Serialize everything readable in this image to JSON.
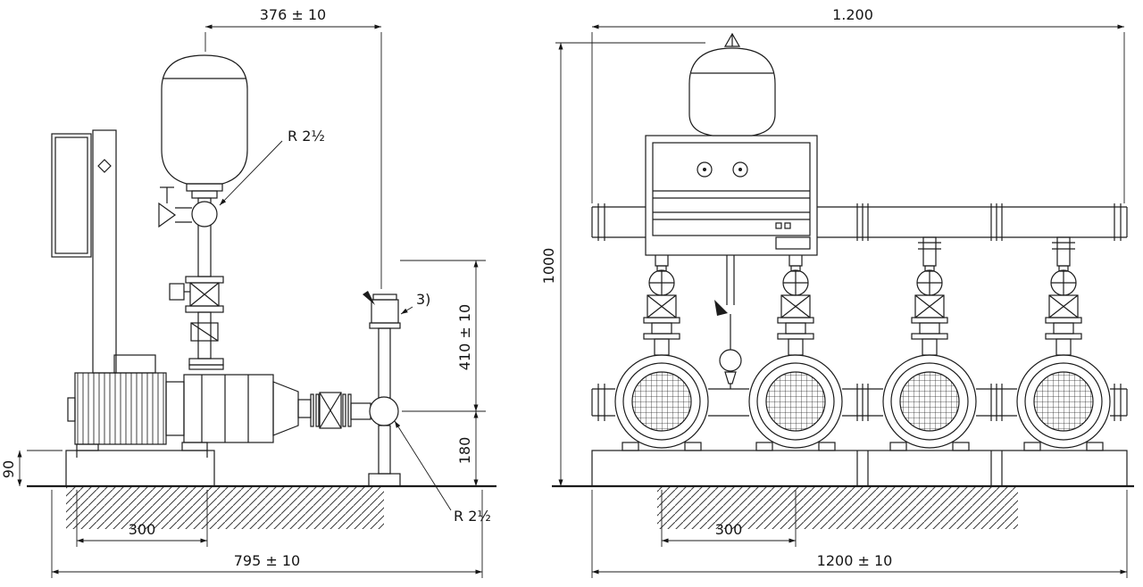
{
  "drawing": {
    "kind": "pump-booster-system-dimensional-drawing",
    "side_view": {
      "dim_top_width": "376 ± 10",
      "label_connection_top": "R 2½",
      "label_note_3": "3)",
      "dim_height_upper": "410 ± 10",
      "dim_height_lower": "180",
      "dim_base_height": "90",
      "dim_anchor_spacing": "300",
      "dim_overall_depth": "795 ± 10",
      "label_connection_bottom": "R 2½"
    },
    "front_view": {
      "dim_top_width": "1.200",
      "dim_overall_height": "1000",
      "dim_pump_spacing": "300",
      "dim_overall_width": "1200 ± 10"
    },
    "line_color": "#1c1c1c"
  }
}
